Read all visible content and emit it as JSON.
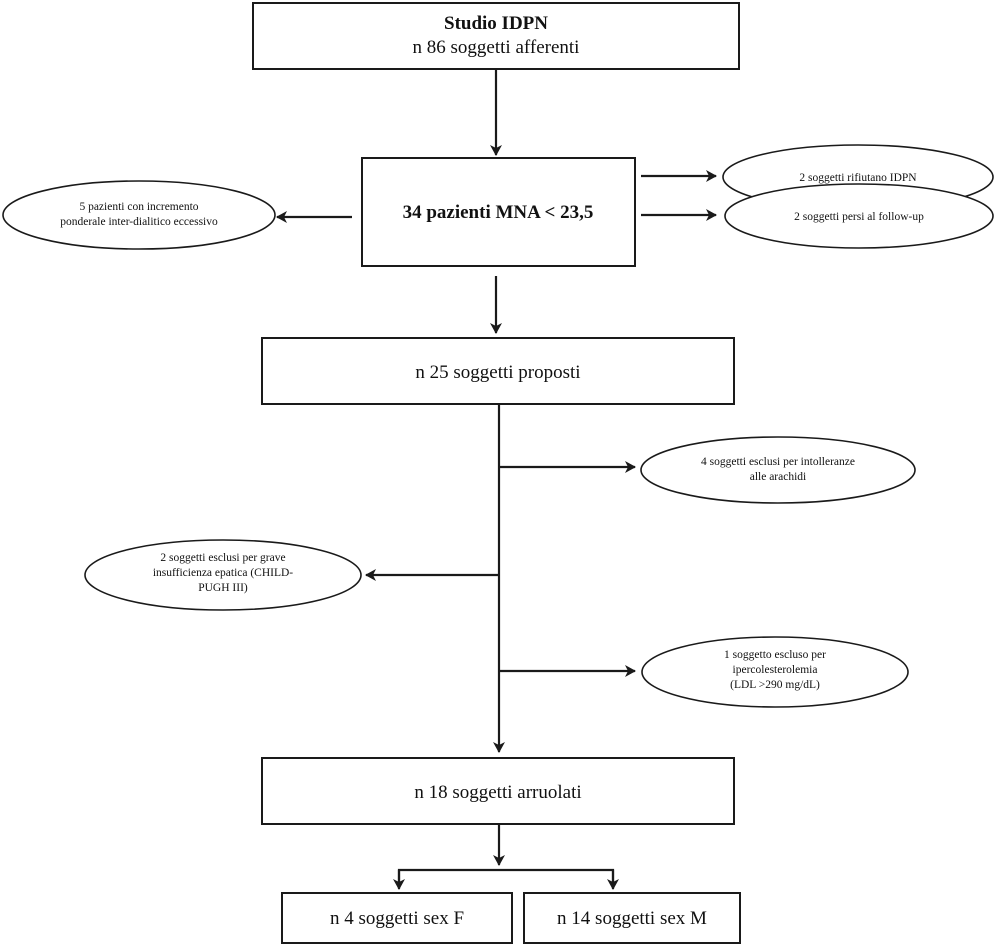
{
  "nodes": {
    "study": {
      "title": "Studio IDPN",
      "line2": "n 86 soggetti afferenti"
    },
    "mna": {
      "label": "34 pazienti MNA < 23,5"
    },
    "proposed": {
      "label": "n 25 soggetti proposti"
    },
    "enrolled": {
      "label": "n 18 soggetti arruolati"
    },
    "female": {
      "label": "n 4 soggetti sex F"
    },
    "male": {
      "label": "n 14 soggetti sex M"
    }
  },
  "exclusions": {
    "weight_gain": {
      "line1": "5 pazienti con incremento",
      "line2": "ponderale inter-dialitico  eccessivo"
    },
    "refuse": {
      "line1": "2 soggetti rifiutano IDPN"
    },
    "lost": {
      "line1": "2 soggetti persi al follow-up"
    },
    "peanut": {
      "line1": "4 soggetti esclusi per intolleranze",
      "line2": "alle arachidi"
    },
    "hepatic": {
      "line1": "2 soggetti esclusi per grave",
      "line2": "insufficienza epatica (CHILD-",
      "line3": "PUGH III)"
    },
    "cholesterol": {
      "line1": "1 soggetto escluso per",
      "line2": "ipercolesterolemia",
      "line3": "(LDL >290 mg/dL)"
    }
  },
  "colors": {
    "line": "#1a1a1a",
    "text": "#111111",
    "background": "#ffffff"
  }
}
